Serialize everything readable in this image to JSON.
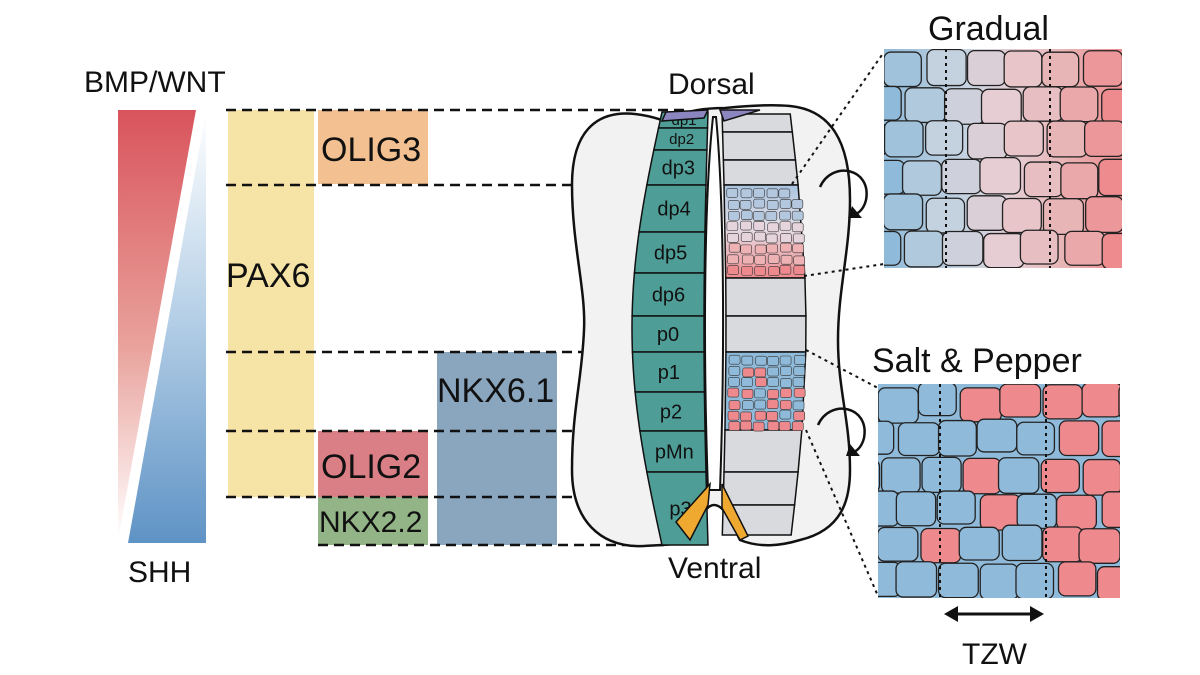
{
  "gradient_labels": {
    "top": "BMP/WNT",
    "bottom": "SHH"
  },
  "genes": {
    "pax6": "PAX6",
    "olig3": "OLIG3",
    "nkx61": "NKX6.1",
    "olig2": "OLIG2",
    "nkx22": "NKX2.2"
  },
  "axis_labels": {
    "dorsal": "Dorsal",
    "ventral": "Ventral"
  },
  "domains": [
    "dp1",
    "dp2",
    "dp3",
    "dp4",
    "dp5",
    "dp6",
    "p0",
    "p1",
    "p2",
    "pMn",
    "p3"
  ],
  "panels": {
    "gradual": {
      "title": "Gradual"
    },
    "salt_pepper": {
      "title": "Salt & Pepper"
    }
  },
  "tzw_label": "TZW",
  "colors": {
    "bmp_red": "#d9545c",
    "shh_blue": "#5f93c5",
    "pax6": "#f6e3a6",
    "olig3": "#f3c191",
    "nkx61": "#8aa6be",
    "olig2": "#db7f86",
    "nkx22": "#92b486",
    "domain_teal": "#4e9e97",
    "floor_plate": "#f0a930",
    "roof_plate": "#8c86c0",
    "cell_blue": "#8fbad9",
    "cell_red": "#ee8a8e"
  }
}
